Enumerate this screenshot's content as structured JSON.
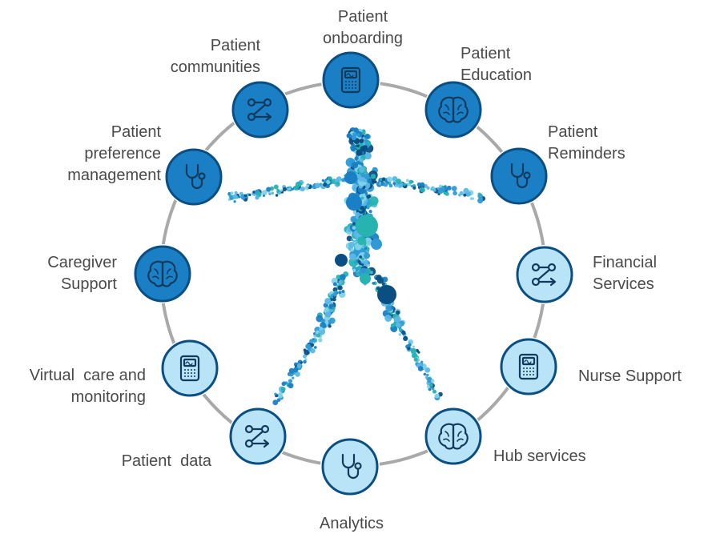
{
  "colors": {
    "ring": "#a9a9a9",
    "node_dark_fill": "#1a7fc4",
    "node_dark_stroke": "#0b4f82",
    "node_light_fill": "#b9e3f7",
    "node_light_stroke": "#0b4f82",
    "icon_stroke": "#123a5c",
    "figure_palette": [
      "#0b4f82",
      "#1a7fc4",
      "#2f9ad6",
      "#5bb7e6",
      "#27b3b0",
      "#7fd3e8"
    ]
  },
  "nodes": [
    {
      "key": "patient-onboarding",
      "label_lines": [
        "Patient",
        "onboarding"
      ],
      "icon": "calculator-icon",
      "style": "dark"
    },
    {
      "key": "patient-education",
      "label_lines": [
        "Patient",
        "Education"
      ],
      "icon": "brain-icon",
      "style": "dark"
    },
    {
      "key": "patient-reminders",
      "label_lines": [
        "Patient",
        "Reminders"
      ],
      "icon": "stethoscope-icon",
      "style": "dark"
    },
    {
      "key": "financial-services",
      "label_lines": [
        "Financial",
        "Services"
      ],
      "icon": "workflow-icon",
      "style": "light"
    },
    {
      "key": "nurse-support",
      "label_lines": [
        "Nurse Support"
      ],
      "icon": "calculator-icon",
      "style": "light"
    },
    {
      "key": "hub-services",
      "label_lines": [
        "Hub services"
      ],
      "icon": "brain-icon",
      "style": "light"
    },
    {
      "key": "analytics",
      "label_lines": [
        "Analytics"
      ],
      "icon": "stethoscope-icon",
      "style": "light"
    },
    {
      "key": "patient-data",
      "label_lines": [
        "Patient  data"
      ],
      "icon": "workflow-icon",
      "style": "light"
    },
    {
      "key": "virtual-care",
      "label_lines": [
        "Virtual  care and",
        "monitoring"
      ],
      "icon": "calculator-icon",
      "style": "light"
    },
    {
      "key": "caregiver-support",
      "label_lines": [
        "Caregiver",
        "Support"
      ],
      "icon": "brain-icon",
      "style": "dark"
    },
    {
      "key": "preference-management",
      "label_lines": [
        "Patient",
        "preference",
        "management"
      ],
      "icon": "stethoscope-icon",
      "style": "dark"
    },
    {
      "key": "patient-communities",
      "label_lines": [
        "Patient",
        "communities"
      ],
      "icon": "workflow-icon",
      "style": "dark"
    }
  ],
  "figure_icon": "human-figure-icon"
}
